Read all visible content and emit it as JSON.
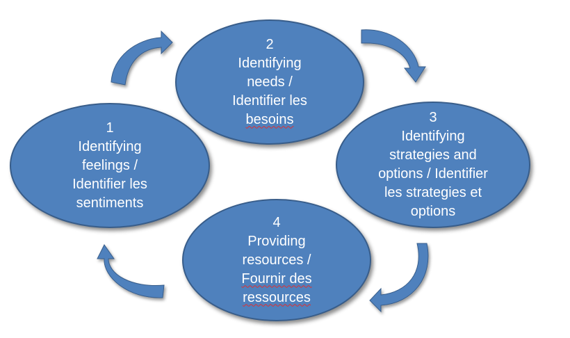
{
  "diagram": {
    "colors": {
      "node_fill": "#4F81BD",
      "node_border": "#385D8A",
      "arrow_fill": "#4F81BD",
      "text": "#FFFFFF",
      "spellcheck_underline": "#E03030"
    },
    "nodes": [
      {
        "id": "1",
        "number": "1",
        "lines": [
          "Identifying",
          "feelings /",
          "Identifier les",
          "sentiments"
        ]
      },
      {
        "id": "2",
        "number": "2",
        "lines": [
          "Identifying",
          "needs /",
          "Identifier les",
          "besoins"
        ]
      },
      {
        "id": "3",
        "number": "3",
        "lines": [
          "Identifying",
          "strategies and",
          "options / Identifier",
          "les strategies et",
          "options"
        ]
      },
      {
        "id": "4",
        "number": "4",
        "lines": [
          "Providing",
          "resources /",
          "Fournir des",
          "ressources"
        ]
      }
    ],
    "arrows": [
      {
        "from": "1",
        "to": "2",
        "icon": "curved-arrow-icon"
      },
      {
        "from": "2",
        "to": "3",
        "icon": "curved-arrow-icon"
      },
      {
        "from": "3",
        "to": "4",
        "icon": "curved-arrow-icon"
      },
      {
        "from": "4",
        "to": "1",
        "icon": "curved-arrow-icon"
      }
    ]
  }
}
